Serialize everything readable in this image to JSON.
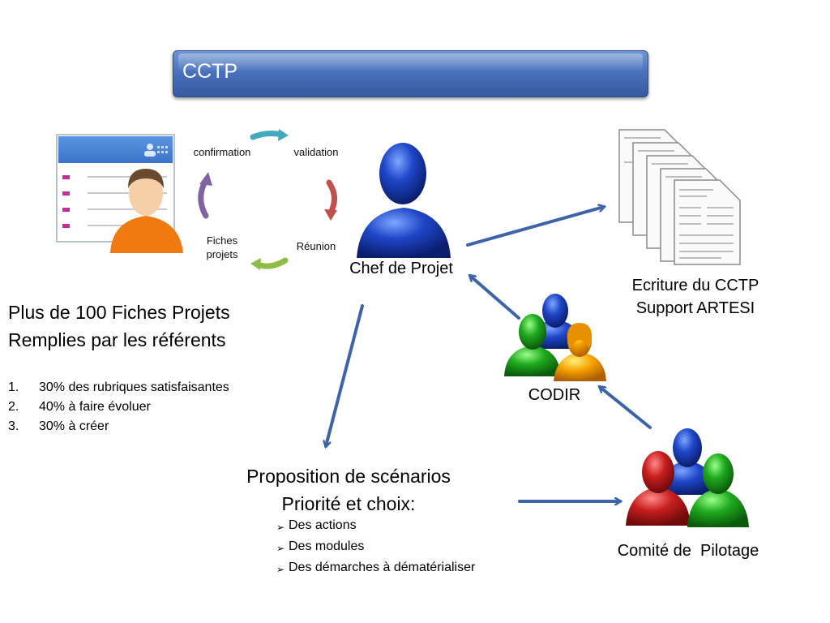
{
  "title": "CCTP",
  "cycle": {
    "confirmation": "confirmation",
    "validation": "validation",
    "reunion": "Réunion",
    "fiches_line1": "Fiches",
    "fiches_line2": "projets"
  },
  "chef": "Chef de Projet",
  "ecriture": {
    "line1": "Ecriture du CCTP",
    "line2": "Support ARTESI"
  },
  "fiches_summary": {
    "line1": "Plus de 100 Fiches Projets",
    "line2": "Remplies par les référents",
    "items": [
      {
        "num": "1.",
        "text": "30% des rubriques satisfaisantes"
      },
      {
        "num": "2.",
        "text": "40% à faire évoluer"
      },
      {
        "num": "3.",
        "text": "30% à créer"
      }
    ]
  },
  "codir": "CODIR",
  "proposition": {
    "line1": "Proposition de scénarios",
    "line2": "Priorité et choix:",
    "bullets": [
      "Des actions",
      "Des modules",
      "Des démarches à dématérialiser"
    ]
  },
  "comite": "Comité de  Pilotage",
  "colors": {
    "title_bar": "#4a72bd",
    "arrow": "#3d63a8",
    "cycle_teal": "#45a9bd",
    "cycle_red": "#c0504d",
    "cycle_green": "#8fbc47",
    "cycle_purple": "#8064a2"
  }
}
